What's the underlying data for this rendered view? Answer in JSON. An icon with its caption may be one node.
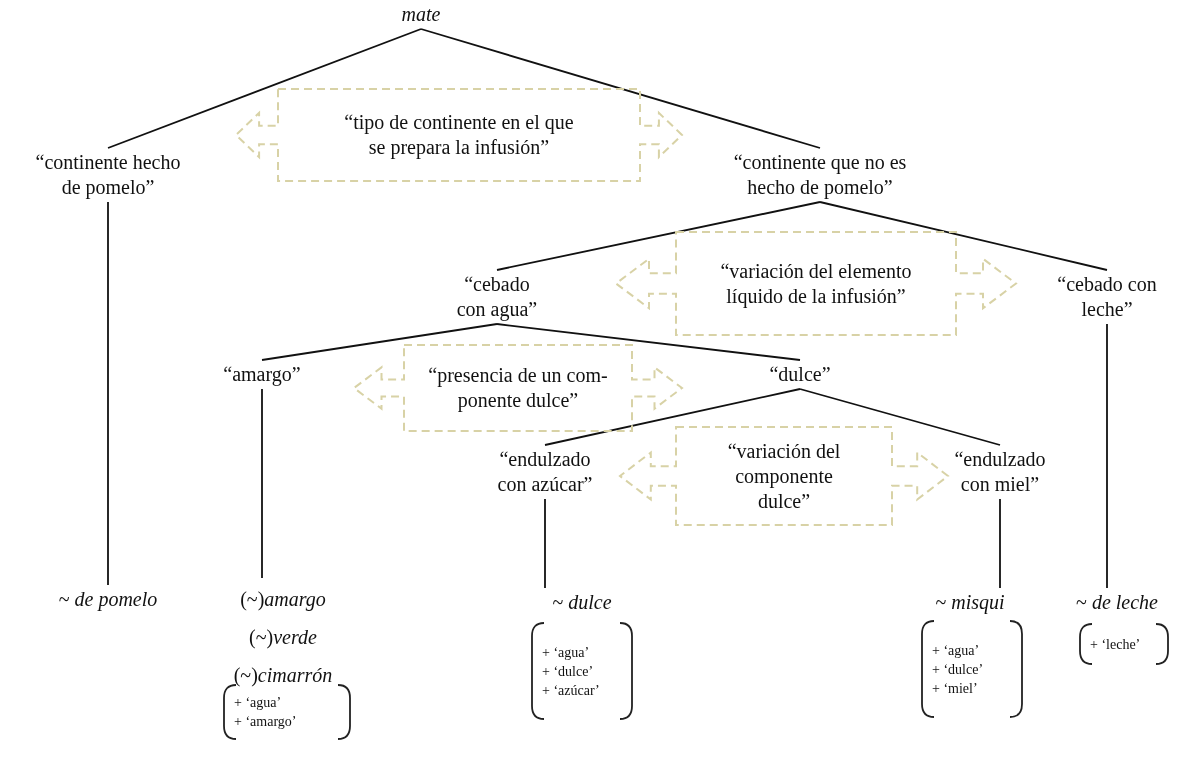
{
  "diagram": {
    "nodes": [
      {
        "text": [
          "mate"
        ]
      },
      {
        "text": [
          "“continente hecho de pomelo”"
        ]
      },
      {
        "text": [
          "“tipo de continente en el que se prepara la infusión”"
        ]
      },
      {
        "text": [
          "“continente que no es hecho de pomelo”"
        ]
      },
      {
        "text": [
          "“cebado con agua”"
        ]
      },
      {
        "text": [
          "“variación del elemento líquido de la infusión”"
        ]
      },
      {
        "text": [
          "“cebado con leche”"
        ]
      },
      {
        "text": [
          "“amargo”"
        ]
      },
      {
        "text": [
          "“presencia de un com- ponente dulce”"
        ]
      },
      {
        "text": [
          "“dulce”"
        ]
      },
      {
        "text": [
          "“endulzado con azúcar”"
        ]
      },
      {
        "text": [
          "“variación del componente dulce”"
        ]
      },
      {
        "text": [
          "“endulzado con miel”"
        ]
      },
      {
        "text": [
          "~ *de pomelo*"
        ]
      },
      {
        "text": [
          "(~)*amargo*",
          "(~)*verde*",
          "(~)*cimarrón*"
        ]
      },
      {
        "text": [
          "+ ‘agua’",
          "+ ‘amargo’"
        ]
      },
      {
        "text": [
          "~ *dulce*"
        ]
      },
      {
        "text": [
          "+ ‘agua’",
          "+ ‘dulce’",
          "+ ‘azúcar’"
        ]
      },
      {
        "text": [
          "~ *misqui*"
        ]
      },
      {
        "text": [
          "+ ‘agua’",
          "+ ‘dulce’",
          "+ ‘miel’"
        ]
      },
      {
        "text": [
          "~ *de leche*"
        ]
      },
      {
        "text": [
          "+ ‘leche’"
        ]
      }
    ],
    "edges": [
      {
        "from": 0,
        "to": 1,
        "arrow": "none"
      },
      {
        "from": 0,
        "to": 3,
        "arrow": "none"
      },
      {
        "from": 3,
        "to": 4,
        "arrow": "none"
      },
      {
        "from": 3,
        "to": 6,
        "arrow": "none"
      },
      {
        "from": 4,
        "to": 7,
        "arrow": "none"
      },
      {
        "from": 4,
        "to": 9,
        "arrow": "none"
      },
      {
        "from": 9,
        "to": 10,
        "arrow": "none"
      },
      {
        "from": 9,
        "to": 12,
        "arrow": "none"
      },
      {
        "from": 1,
        "to": 13,
        "arrow": "none"
      },
      {
        "from": 7,
        "to": 14,
        "arrow": "none"
      },
      {
        "from": 10,
        "to": 16,
        "arrow": "none"
      },
      {
        "from": 12,
        "to": 18,
        "arrow": "none"
      },
      {
        "from": 6,
        "to": 20,
        "arrow": "none"
      }
    ]
  }
}
